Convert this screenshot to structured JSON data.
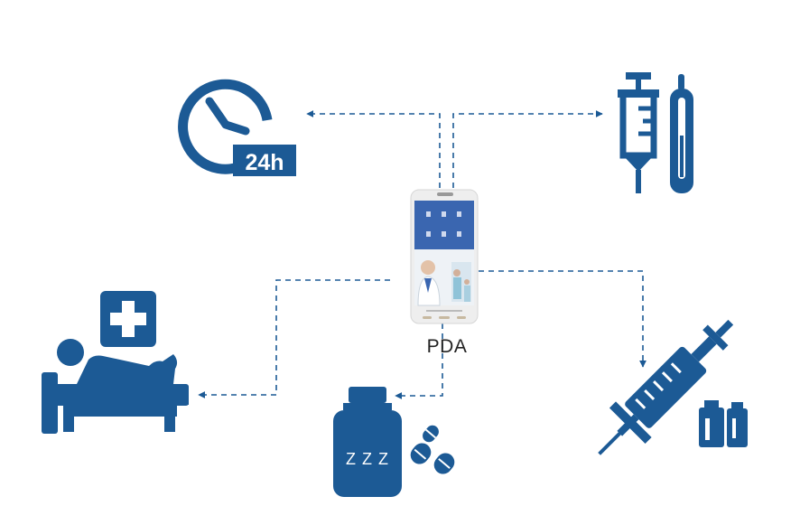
{
  "colors": {
    "primary": "#1c5a95",
    "line": "#1c5a95",
    "screen_top": "#3a66b0",
    "phone_body": "#f2f2f2"
  },
  "center": {
    "label": "PDA",
    "icon": "pda-device-icon"
  },
  "clock": {
    "icon": "clock-24h-icon",
    "badge_text": "24h"
  },
  "nodes": [
    {
      "icon": "syringe-thermometer-icon"
    },
    {
      "icon": "patient-bed-icon"
    },
    {
      "icon": "sleeping-pill-bottle-icon",
      "bottle_text": "Z Z Z"
    },
    {
      "icon": "injection-vial-icon"
    }
  ]
}
